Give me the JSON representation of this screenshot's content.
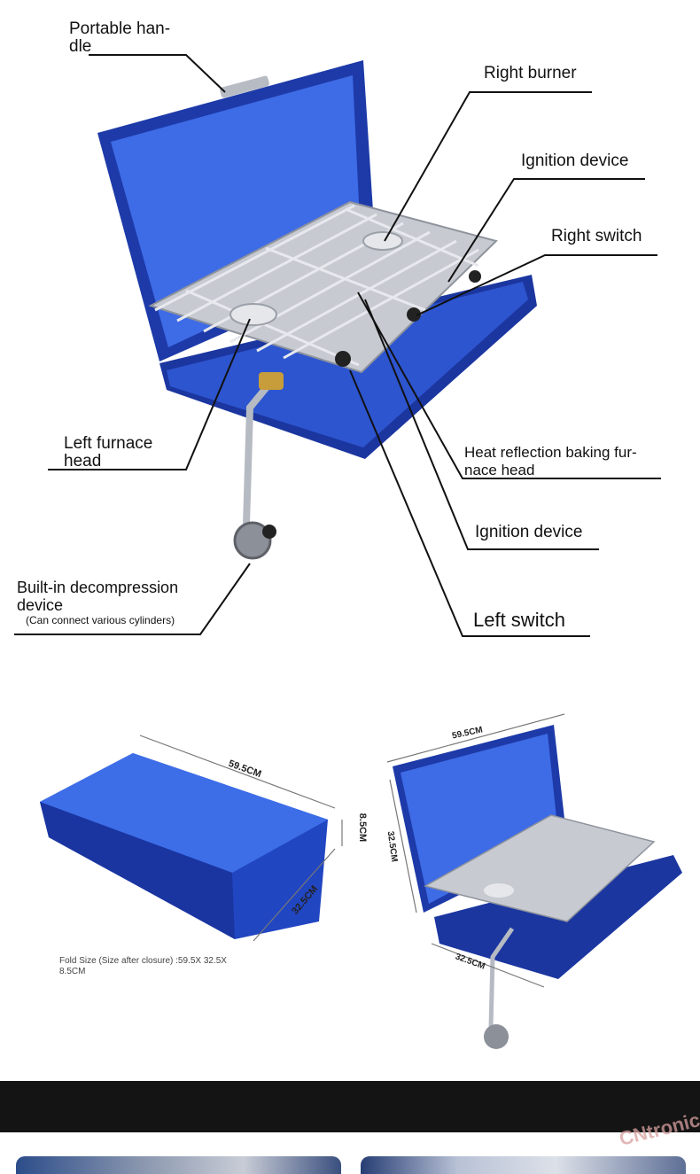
{
  "callouts": {
    "portable_handle": "Portable han-\ndle",
    "right_burner": "Right burner",
    "ignition_device_top": "Ignition device",
    "right_switch": "Right switch",
    "left_furnace_head": "Left furnace\nhead",
    "heat_reflection": "Heat reflection baking fur-\nnace head",
    "ignition_device_bottom": "Ignition device",
    "builtin_decompression": "Built-in decompression\ndevice",
    "can_connect": "(Can connect various cylinders)",
    "left_switch": "Left switch"
  },
  "dimensions": {
    "closed_length": "59.5CM",
    "closed_height": "8.5CM",
    "closed_width": "32.5CM",
    "open_length": "59.5CM",
    "open_depth": "32.5CM",
    "open_width": "32.5CM",
    "fold_size": "Fold Size (Size after closure) :59.5X 32.5X\n8.5CM"
  },
  "watermark": "CNtronic",
  "colors": {
    "stove_blue": "#1f3fb0",
    "stove_blue_light": "#3a66e0",
    "steel": "#c9ccd2",
    "band": "#141414"
  }
}
